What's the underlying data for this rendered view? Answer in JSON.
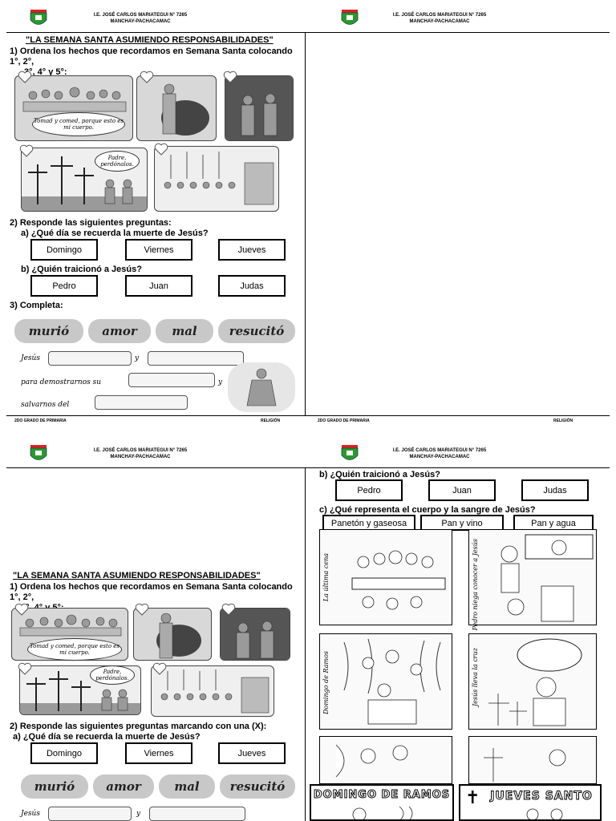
{
  "header": {
    "school": "I.E. JOSÉ CARLOS MARIATEGUI N° 7265",
    "place": "MANCHAY-PACHACAMAC"
  },
  "footer": {
    "grade": "2DO GRADO DE PRIMARIA",
    "subject": "RELIGIÓN"
  },
  "worksheet": {
    "title": "\"LA SEMANA SANTA ASUMIENDO RESPONSABILIDADES\"",
    "q1_line1": "1) Ordena los hechos que recordamos en Semana Santa colocando 1°, 2°,",
    "q1_line2": "3°, 4° y 5°:",
    "bubble_1": "Tomad y comed, porque esto es mi cuerpo.",
    "bubble_2": "Padre, perdónalos.",
    "q2": "2) Responde las siguientes preguntas:",
    "q2_alt": "2) Responde las siguientes preguntas marcando con una (X):",
    "qa": "a)  ¿Qué día se recuerda la muerte de Jesús?",
    "qa_options": [
      "Domingo",
      "Viernes",
      "Jueves"
    ],
    "qb": "b)  ¿Quién traicionó a Jesús?",
    "qb_options": [
      "Pedro",
      "Juan",
      "Judas"
    ],
    "qc": "c)   ¿Qué representa el cuerpo y la sangre de Jesús?",
    "qc_options": [
      "Panetón y gaseosa",
      "Pan y vino",
      "Pan y agua"
    ],
    "q3": "3) Completa:",
    "words": [
      "murió",
      "amor",
      "mal",
      "resucitó"
    ],
    "fill_1": "Jesús",
    "fill_y": "y",
    "fill_2": "para demostrarnos su",
    "fill_3": "salvarnos del",
    "card_labels": [
      "La última cena",
      "Pedro niega conocer a Jesús",
      "Domingo de Ramos",
      "Jesús lleva la cruz",
      "DOMINGO DE RAMOS",
      "JUEVES SANTO"
    ]
  }
}
